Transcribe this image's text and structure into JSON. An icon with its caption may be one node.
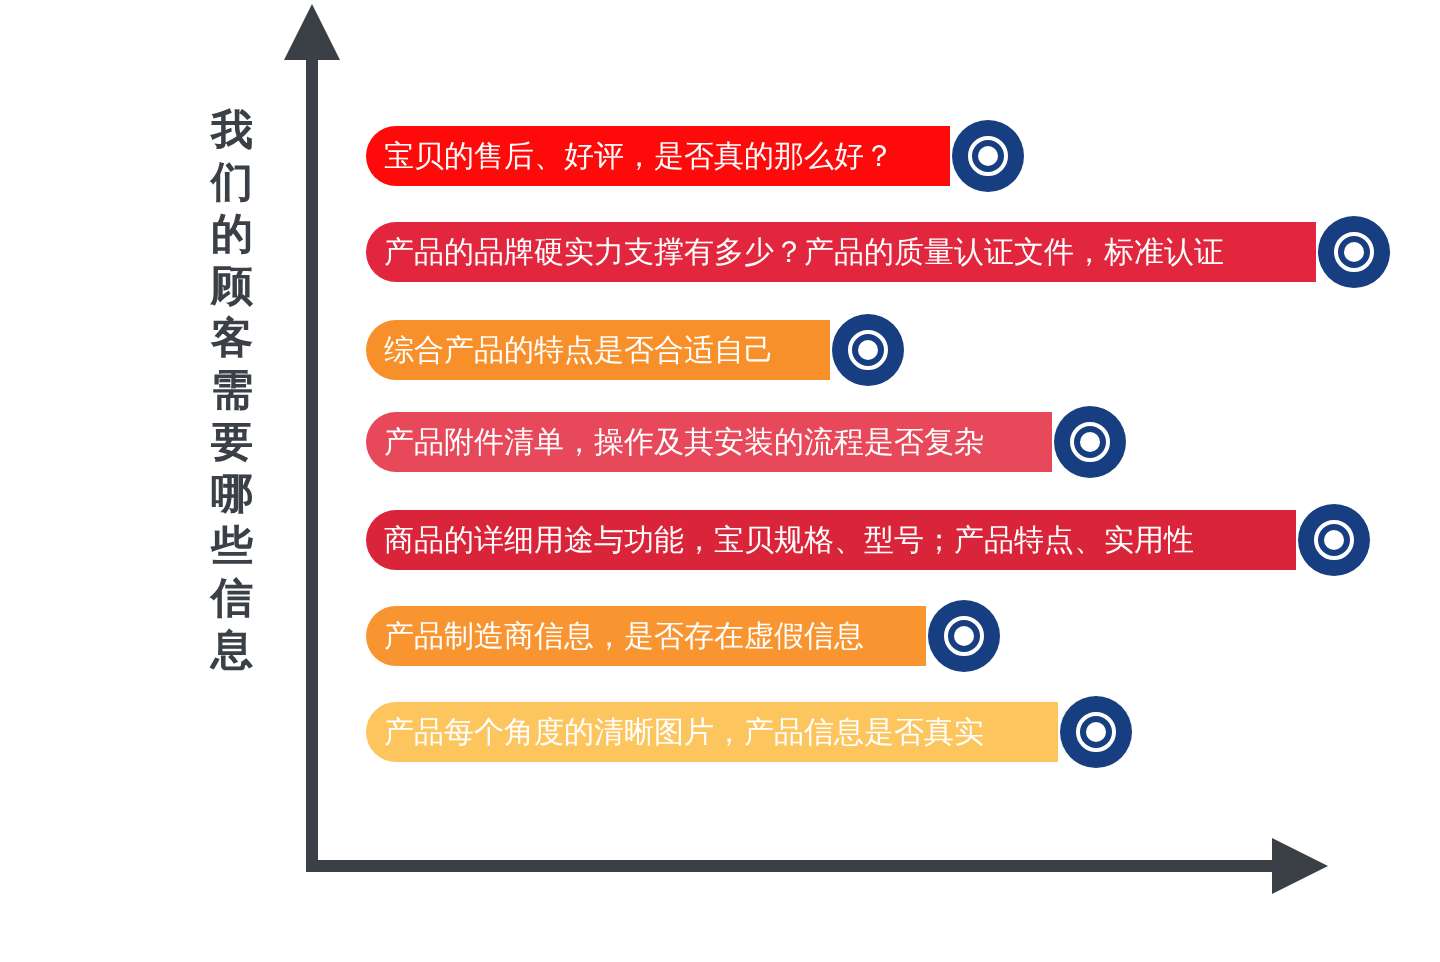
{
  "diagram": {
    "title": "我们的顾客需要哪些信息",
    "nodes": [
      {
        "text": [
          "宝贝的售后、好评，是否真的那么好？"
        ]
      },
      {
        "text": [
          "产品的品牌硬实力支撑有多少？产品的质量认证文件，标准认证"
        ]
      },
      {
        "text": [
          "综合产品的特点是否合适自己"
        ]
      },
      {
        "text": [
          "产品附件清单，操作及其安装的流程是否复杂"
        ]
      },
      {
        "text": [
          "商品的详细用途与功能，宝贝规格、型号；产品特点、实用性"
        ]
      },
      {
        "text": [
          "产品制造商信息，是否存在虚假信息"
        ]
      },
      {
        "text": [
          "产品每个角度的清晰图片，产品信息是否真实"
        ]
      }
    ]
  }
}
